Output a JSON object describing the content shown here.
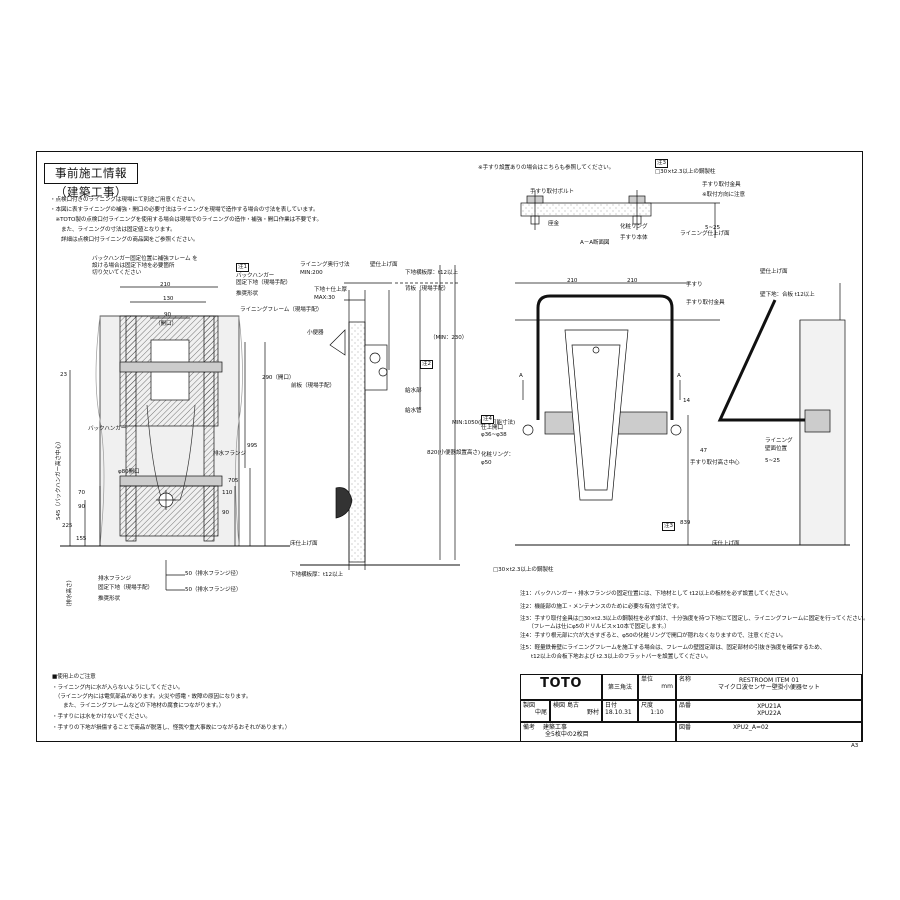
{
  "header": {
    "title": "事前施工情報（建築工事）",
    "notes": [
      "・点検口付きのライニングは現場にて別途ご用意ください。",
      "・本図に表すライニングの補強・開口の必要寸法はライニングを現場で造作する場合の寸法を表しています。",
      "　※TOTO製の点検口付ライニングを使用する場合は現場でのライニングの造作・補強・開口作業は不要です。",
      "　　また、ライニングの寸法は固定値となります。",
      "　　詳細は点検口付ライニングの商品図をご参照ください。"
    ]
  },
  "left_drawing": {
    "labels": {
      "back_hanger_note1": "バックハンガー固定位置に補強フレーム を",
      "back_hanger_note2": "設ける場合は固定下地を必要箇所",
      "back_hanger_note3": "切り欠いてください",
      "note1": "注1",
      "back_hanger_fix1": "バックハンガー",
      "back_hanger_fix2": "固定下地（現場手配）",
      "back_hanger_fix3": "推奨形状",
      "lining_frame": "ライニングフレーム（現場手配）",
      "opening": "（開口）",
      "back_hanger": "バックハンガー",
      "drain_flange": "排水フランジ",
      "drain_dia": "φ80開口",
      "back_hanger_height": "545（バックハンガー高さ中心）",
      "drain_height": "（排水高さ）",
      "drain_flange2": "排水フランジ",
      "drain_flange_base1": "固定下地（現場手配）",
      "drain_flange_base2": "推奨形状",
      "flange_dim1": "50（排水フランジ径）",
      "flange_dim2": "50（排水フランジ径）"
    },
    "dims": {
      "d210": "210",
      "d130": "130",
      "d90": "90",
      "d23": "23",
      "d290": "290（開口）",
      "d995": "995",
      "d705": "705",
      "d110": "110",
      "d90b": "90",
      "d70": "70",
      "d90c": "90",
      "d225": "225",
      "d155": "155"
    }
  },
  "middle_drawing": {
    "labels": {
      "lining_depth": "ライニング奥行寸法",
      "min200": "MIN:200",
      "finish_top": "下地＋仕上厚",
      "max30": "MAX:30",
      "wall_top": "壁仕上げ面",
      "sub_thickness": "下地横板厚：t12以上",
      "wall_face": "背板（現場手配）",
      "urinal": "小便器",
      "front_board": "前板（現場手配）",
      "note2": "注2",
      "min230": "（MIN：230）",
      "water_supply": "給水部",
      "water_pipe": "給水管",
      "min1050": "MIN:1050(固定可能寸法)",
      "d820": "820(小便器設置高さ)",
      "floor": "床仕上げ面",
      "sub_thickness2": "下地横板厚：t12以上"
    }
  },
  "right_drawing": {
    "labels": {
      "handrail_note": "※手すり設置ありの場合はこちらも参照してください。",
      "note3": "注3",
      "note3_box": "□30×t2.3以上の鋼製柱",
      "bolt": "手すり取付ボルト",
      "washer": "座金",
      "makeup_ring": "化粧リング",
      "handrail_seat": "手すり本体",
      "handrail_fix": "手すり取付金具",
      "handrail_fix2": "※取付方向に注意",
      "lining_finish": "ライニング仕上げ面",
      "section_aa": "A－A断面図",
      "dim_5_25": "5~25",
      "wall_finish": "壁仕上げ面",
      "d210a": "210",
      "d210b": "210",
      "handrail": "手すり",
      "fix_metal": "手すり取付金具",
      "wall_base": "壁下地：合板 t12以上",
      "note4": "注4",
      "finish_hole": "仕上開口",
      "hole_dia": "φ36~φ38",
      "ring_dia1": "化粧リング：",
      "ring_dia2": "φ50",
      "d14": "14",
      "d47": "47",
      "handrail_height": "手すり取付高さ中心",
      "d839": "839",
      "note3b": "注3",
      "a_mark": "A",
      "a_mark2": "A",
      "lining_wall": "ライニング",
      "wall_pos": "壁面位置",
      "d5_25": "5~25",
      "floor": "床仕上げ面",
      "note3_box2": "□30×t2.3以上の鋼製柱"
    },
    "remarks": [
      "注1：バックハンガー・排水フランジの固定位置には、下地材として t12以上の板材を必ず設置してください。",
      "注2：機能部の施工・メンテナンスのために必要な有効寸法です。",
      "注3：手すり取付金具は□30×t2.3以上の鋼製柱を必ず設け、十分強度を持つ下地にて固定し、ライニングフレームに固定を行ってください。",
      "　　（フレームは仕にφ5のドリルビス×10本で固定します。）",
      "注4：手すり根元部に穴が大きすぎると、φ50の化粧リングで開口が隠れなくなりますので、注意ください。",
      "注5：軽量鉄骨壁にライニングフレームを施工する場合は、フレームの壁固定部は、固定部材の引抜き強度を確保するため、",
      "　　t12以上の合板下地および t2.3以上のフラットバーを設置してください。"
    ]
  },
  "usage_notes": {
    "title": "■使用上のご注意",
    "lines": [
      "・ライニング内に水が入らないようにしてください。",
      "　（ライニング内には電気部品があります。火災や感電・故障の原因になります。",
      "　　また、ライニングフレームなどの下地材の腐食につながります。）",
      "・手すりには水をかけないでください。",
      "・手すりの下地が損傷することで商品が脱落し、怪我や重大事故につながるおそれがあります。）"
    ]
  },
  "title_block": {
    "logo": "TOTO",
    "projection": "第三角法",
    "unit_label": "単位",
    "unit": "mm",
    "name_label": "名称",
    "name1": "RESTROOM ITEM 01",
    "name2": "マイクロ波センサー壁掛小便器セット",
    "drafter_label": "製図",
    "drafter": "中尾",
    "checker_label": "検図",
    "checker1": "島古",
    "checker2": "野村",
    "date_label": "日付",
    "date": "18.10.31",
    "scale_label": "尺度",
    "scale": "1:10",
    "product_label": "品番",
    "product1": "XPU21A",
    "product2": "XPU22A",
    "remarks_label": "備考",
    "remarks1": "建築工事",
    "remarks2": "全5枚中の2枚目",
    "drawing_label": "図番",
    "drawing_no": "XPU2_A=02",
    "sheet_size": "A3"
  }
}
